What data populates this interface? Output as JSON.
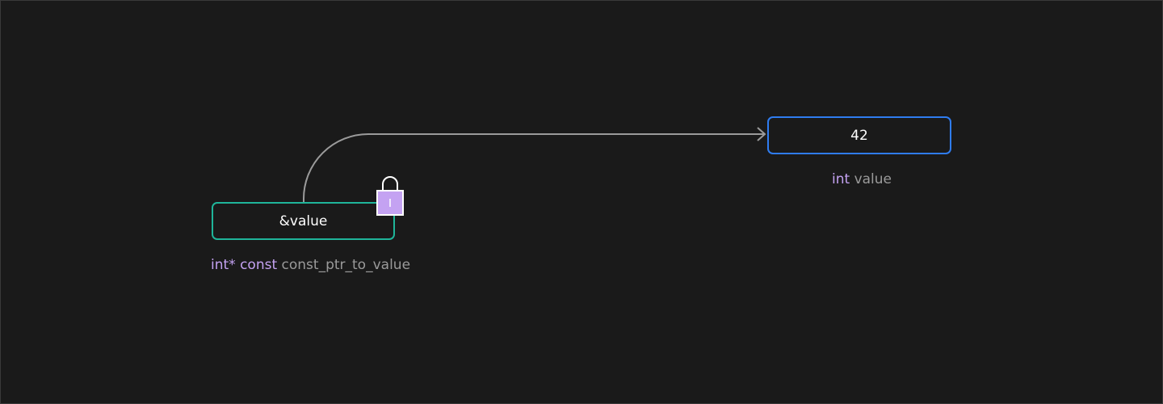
{
  "diagram": {
    "pointer": {
      "content": "&value",
      "caption_type": "int*",
      "caption_qualifier": "const",
      "caption_name": "const_ptr_to_value",
      "border_color": "#1fb59a"
    },
    "target": {
      "content": "42",
      "caption_type": "int",
      "caption_name": "value",
      "border_color": "#2f7cf0"
    },
    "lock": {
      "icon": "lock-icon",
      "color": "#c4a2f2"
    },
    "arrow": {
      "from": "pointer",
      "to": "target",
      "color": "#9b9b9b"
    },
    "colors": {
      "background": "#1a1a1a",
      "keyword": "#c4a2f2",
      "identifier": "#9a9a9a"
    }
  }
}
